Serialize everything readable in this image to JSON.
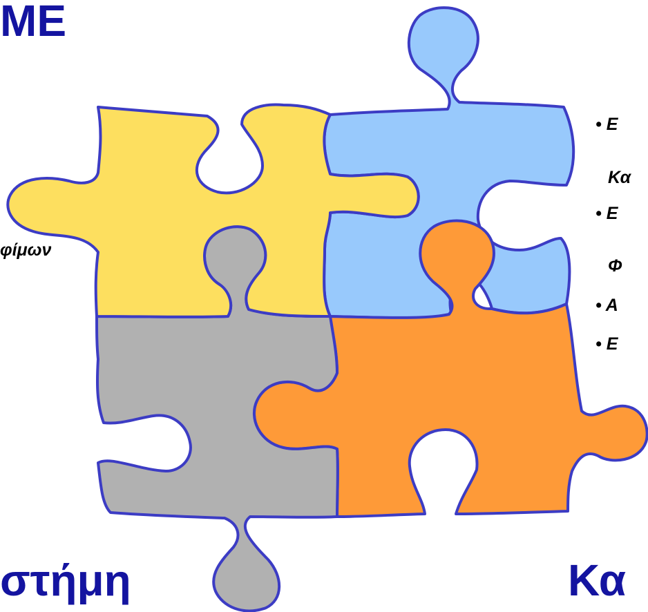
{
  "title_top": "ΜΕ",
  "left_fragment": "φίμων",
  "bottom_left_fragment": "στήμη",
  "bottom_right_fragment": "Κα",
  "bullets": [
    {
      "marker": "•",
      "text": "Ε"
    },
    {
      "marker": "",
      "text": "Κα"
    },
    {
      "marker": "•",
      "text": "Ε"
    },
    {
      "marker": "",
      "text": "Φ"
    },
    {
      "marker": "•",
      "text": "Α"
    },
    {
      "marker": "•",
      "text": "Ε"
    }
  ],
  "colors": {
    "yellow": "#fddf5f",
    "blue": "#98c9fc",
    "gray": "#b1b1b1",
    "orange": "#fe9a38",
    "outline": "#3c3cc4",
    "text": "#1414a0"
  }
}
